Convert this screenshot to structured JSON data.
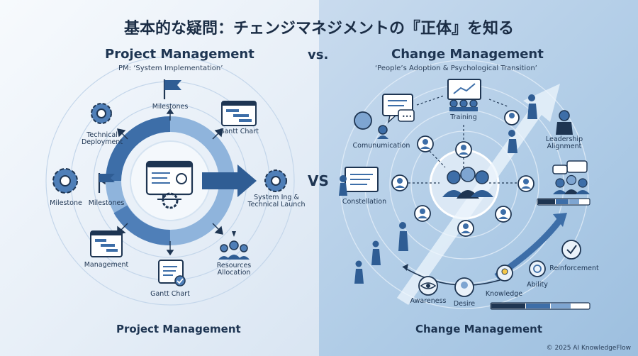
{
  "title": "基本的な疑問：チェンジマネジメントの『正体』を知る",
  "vs_top": "vs.",
  "vs_mid": "VS",
  "left": {
    "heading": "Project Management",
    "subtitle": "PM: ‘System Implementation’",
    "labels": {
      "milestones_top": "Milestones",
      "technical_deployment": "Technical\nDeployment",
      "gantt_chart_top": "Gantt Chart",
      "milestone": "Milestone",
      "milestones_mid": "Milestones",
      "system_launch": "System Ing &\nTechnical Launch",
      "management": "Management",
      "resources_allocation": "Resources\nAllocation",
      "gantt_chart_bottom": "Gantt Chart"
    },
    "footer": "Project Management"
  },
  "right": {
    "heading": "Change Management",
    "subtitle": "‘People’s Adoption & Psychological Transition’",
    "labels": {
      "training": "Training",
      "communication": "Comunumication",
      "leadership_alignment": "Leadership\nAlignment",
      "constellation": "Constellation",
      "reinforcement": "Reinforcement",
      "ability": "Ability",
      "knowledge": "Knowledge",
      "awareness": "Awareness",
      "desire": "Desire"
    },
    "footer": "Change Management"
  },
  "copyright": "© 2025 AI KnowledgeFlow",
  "colors": {
    "navy": "#1e3552",
    "mid_blue": "#3d6ea8",
    "light_blue": "#9cc0e4",
    "pale": "#eaf2fa"
  },
  "icons": [
    "flag-icon",
    "gear-icon",
    "gantt-chart-icon",
    "dashboard-screen-icon",
    "team-icon",
    "checklist-icon",
    "speech-bubble-icon",
    "person-icon",
    "presentation-board-icon",
    "eye-icon",
    "head-icon",
    "lightbulb-icon",
    "target-icon",
    "upward-arrow-icon"
  ]
}
